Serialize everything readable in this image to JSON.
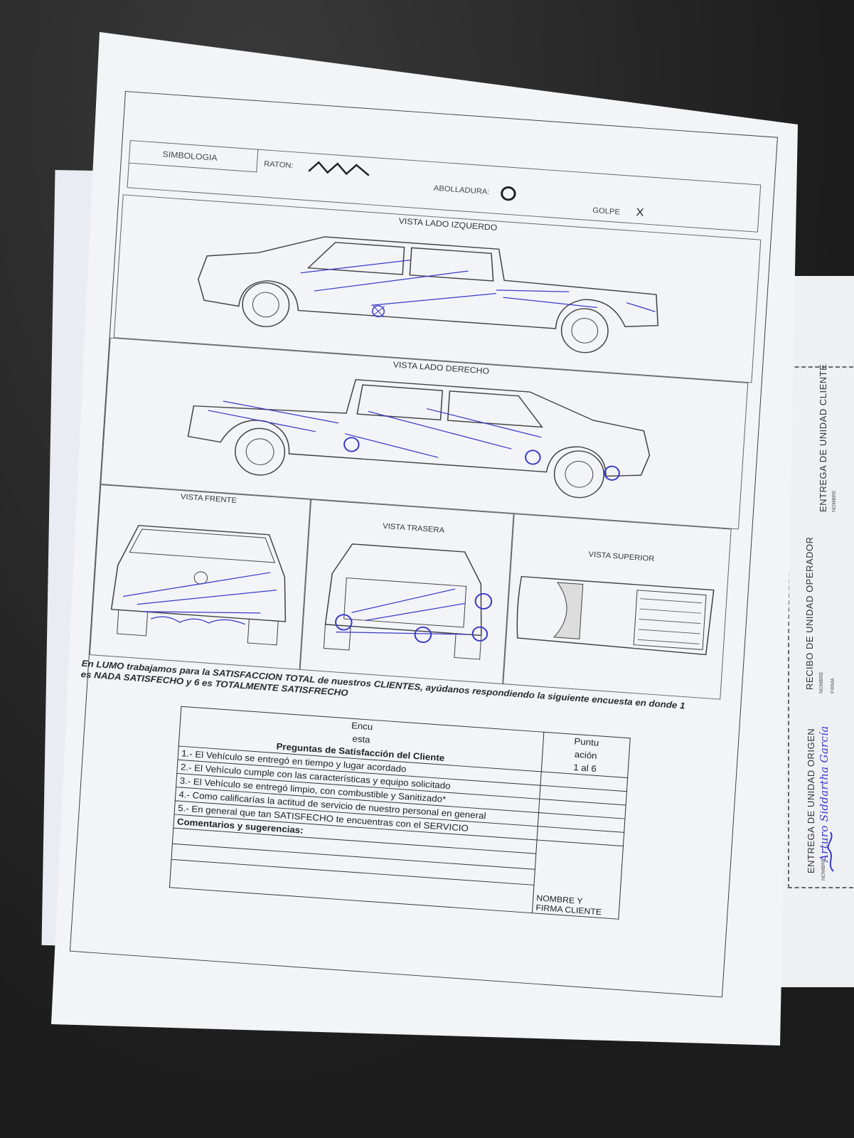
{
  "legend": {
    "title": "SIMBOLOGIA",
    "raton": "RATON:",
    "abolladura": "ABOLLADURA:",
    "golpe": "GOLPE",
    "golpe_symbol": "X"
  },
  "views": {
    "left": "VISTA LADO IZQUERDO",
    "right": "VISTA LADO DERECHO",
    "front": "VISTA FRENTE",
    "rear": "VISTA TRASERA",
    "top": "VISTA SUPERIOR"
  },
  "intro": {
    "line1": "En LUMO trabajamos para la SATISFACCION TOTAL de nuestros CLIENTES, ayúdanos respondiendo la siguiente encuesta en donde 1",
    "line2": "es NADA SATISFECHO y 6 es TOTALMENTE SATISFRECHO"
  },
  "survey": {
    "header_a": "Encu",
    "header_b": "esta",
    "header_questions": "Preguntas de Satisfacción del Cliente",
    "score_a": "Puntu",
    "score_b": "ación",
    "score_c": "1 al 6",
    "questions": [
      "1.- El Vehículo se entregó en tiempo y lugar acordado",
      "2.- El Vehículo cumple con las características y equipo solicitado",
      "3.- El Vehículo se entregó limpio, con combustible y Sanitizado*",
      "4.- Como calificarías la actitud de servicio de nuestro personal en general",
      "5.- En general que tan SATISFECHO te encuentras con el SERVICIO"
    ],
    "comments": "Comentarios y sugerencias:",
    "sign_a": "NOMBRE Y",
    "sign_b": "FIRMA CLIENTE"
  },
  "stub": {
    "origin": "ENTREGA DE UNIDAD ORIGEN",
    "operator": "RECIBO DE UNIDAD OPERADOR",
    "client": "ENTREGA DE UNIDAD CLIENTE",
    "name": "NOMBRE",
    "signature": "FIRMA",
    "handwritten_name": "Arturo Siddartha García"
  },
  "colors": {
    "ink": "#3a3ac8",
    "paper": "#f3f4f8"
  }
}
